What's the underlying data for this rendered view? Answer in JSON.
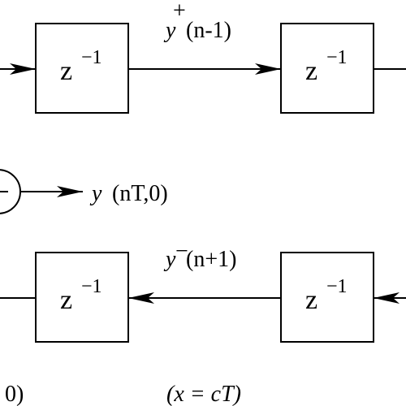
{
  "delay_blocks": {
    "top_left": {
      "base": "z",
      "exponent": "−1"
    },
    "top_right": {
      "base": "z",
      "exponent": "−1"
    },
    "bottom_left": {
      "base": "z",
      "exponent": "−1"
    },
    "bottom_right": {
      "base": "z",
      "exponent": "−1"
    }
  },
  "signals": {
    "upper": {
      "var": "y",
      "sup": "+",
      "arg": "(n-1)"
    },
    "lower": {
      "var": "y",
      "sup": "−",
      "arg": "(n+1)"
    },
    "output": {
      "var": "y",
      "arg": "(nT,0)"
    }
  },
  "bottom_labels": {
    "left": "0)",
    "right": "(x = cT)"
  },
  "colors": {
    "stroke": "#000000",
    "background": "#ffffff"
  }
}
